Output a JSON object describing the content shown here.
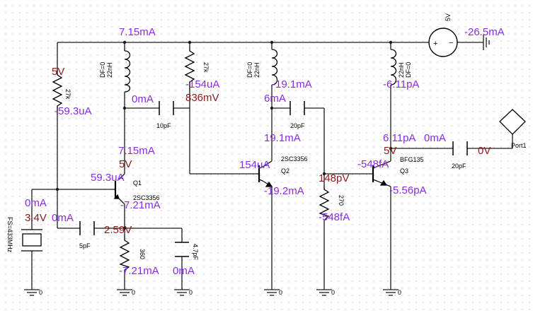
{
  "colors": {
    "wire": "#1a1a1a",
    "current_label": "#8a2be2",
    "voltage_label": "#8b1a1a",
    "component": "#000000",
    "grid_dot": "#c6c6c6"
  },
  "icons": {
    "source": "dc-voltage-source-icon",
    "ground": "ground-icon",
    "port": "port-diamond-icon",
    "crystal": "crystal-icon"
  },
  "top_current": "7.15mA",
  "source": {
    "label": "5V",
    "current": "-26.5mA"
  },
  "r1": {
    "value": "27k",
    "node_voltage": "5V",
    "current": "-59.3uA"
  },
  "l1": {
    "value": "22nH",
    "df": "DF=0",
    "current": "0mA"
  },
  "r2": {
    "value": "27k",
    "current": "-154uA",
    "voltage": "836mV"
  },
  "c1": {
    "value": "10pF"
  },
  "l2": {
    "value": "22nH",
    "df": "DF=0",
    "current": "-19.1mA",
    "current2": "6mA"
  },
  "c2": {
    "value": "20pF"
  },
  "l3": {
    "value": "22nH",
    "df": "DF=0",
    "current": "-6.11pA"
  },
  "q1": {
    "name": "Q1",
    "part": "2SC3356",
    "collector_current": "7.15mA",
    "collector_voltage": "5V",
    "base_current": "59.3uA",
    "emitter_current": "-7.21mA"
  },
  "crystal": {
    "freq": "FS=433MHz",
    "current": "0mA",
    "voltage": "3.4V",
    "current2": "0mA"
  },
  "c_5pf": {
    "value": "5pF"
  },
  "emitter_node": {
    "voltage": "2.59V"
  },
  "r_360": {
    "value": "360",
    "current": "-7.21mA"
  },
  "c_4p7": {
    "value": "4.7pF",
    "current": "0mA"
  },
  "q2": {
    "name": "Q2",
    "part": "2SC3356",
    "collector_current": "19.1mA",
    "base_current": "154uA",
    "emitter_current": "-19.2mA"
  },
  "r_270": {
    "value": "270",
    "voltage": "148pV",
    "current": "-548fA"
  },
  "q3": {
    "name": "Q3",
    "part": "BFG135",
    "collector_current": "6.11pA",
    "current2": "0mA",
    "collector_voltage": "5V",
    "base_current": "-548fA",
    "emitter_current": "-5.56pA"
  },
  "c_out": {
    "value": "20pF",
    "voltage": "0V"
  },
  "port": {
    "name": "Port1"
  },
  "ground_label": "0"
}
